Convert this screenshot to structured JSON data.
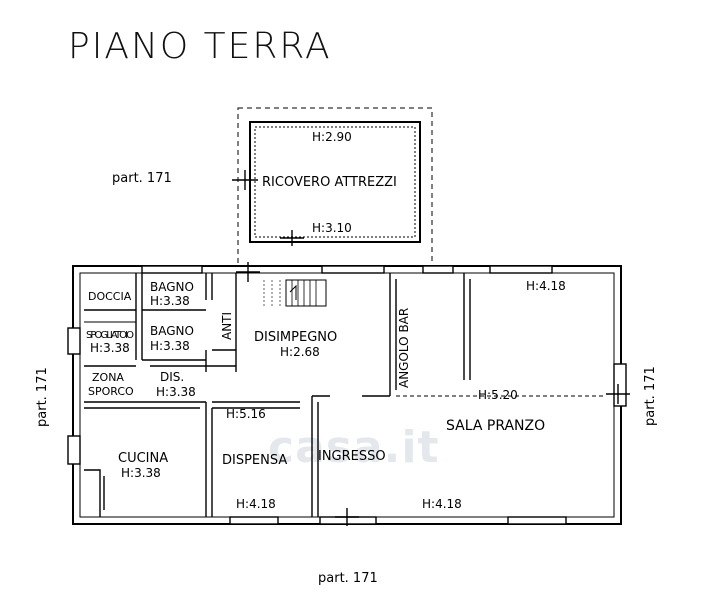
{
  "title": "PIANO TERRA",
  "watermark": "casa.it",
  "parcels": {
    "top": "part. 171",
    "bottom": "part. 171",
    "left": "part. 171",
    "right": "part. 171"
  },
  "rooms": {
    "shed": {
      "name": "RICOVERO ATTREZZI",
      "h_top": "H:2.90",
      "h_bottom": "H:3.10"
    },
    "doccia": {
      "name": "DOCCIA"
    },
    "bagno1": {
      "name": "BAGNO",
      "h": "H:3.38"
    },
    "bagno2": {
      "name": "BAGNO",
      "h": "H:3.38"
    },
    "anti": {
      "name": "ANTI"
    },
    "spogliatoio": {
      "name": "SPOGLIATOIO",
      "h": "H:3.38"
    },
    "disimpegno": {
      "name": "DISIMPEGNO",
      "h": "H:2.68"
    },
    "angolo_bar": {
      "name": "ANGOLO BAR"
    },
    "zona_sporco": {
      "line1": "ZONA",
      "line2": "SPORCO"
    },
    "dis": {
      "name": "DIS.",
      "h": "H:3.38"
    },
    "cucina": {
      "name": "CUCINA",
      "h": "H:3.38"
    },
    "dispensa": {
      "name": "DISPENSA",
      "h_top": "H:5.16",
      "h_bottom": "H:4.18"
    },
    "ingresso": {
      "name": "INGRESSO"
    },
    "sala_pranzo": {
      "name": "SALA PRANZO",
      "h_top": "H:4.18",
      "h_mid": "H:5.20",
      "h_bottom": "H:4.18"
    }
  }
}
